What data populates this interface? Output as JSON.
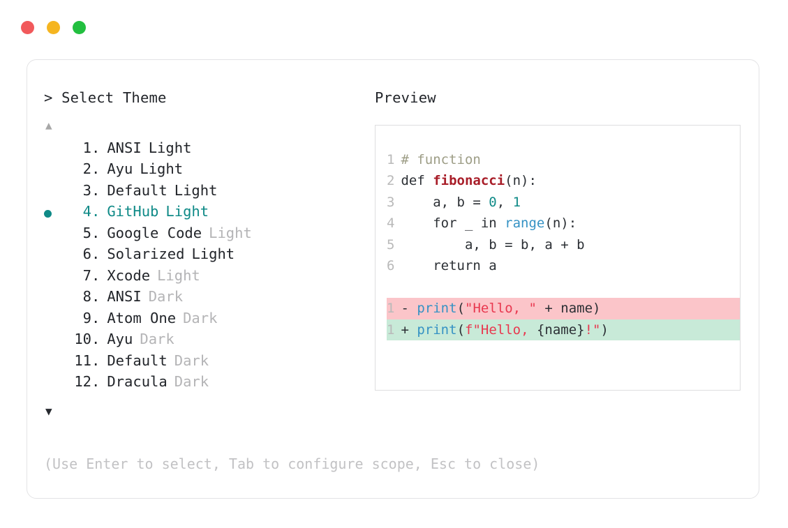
{
  "window": {
    "traffic_lights": [
      {
        "name": "close",
        "color": "#f1595b"
      },
      {
        "name": "minimize",
        "color": "#f5b520"
      },
      {
        "name": "maximize",
        "color": "#22bf3f"
      }
    ]
  },
  "selector": {
    "prompt_symbol": ">",
    "title": "Select Theme",
    "title_line": "> Select Theme",
    "scroll_up_icon": "▲",
    "scroll_down_icon": "▼",
    "selected_index": 4,
    "accent_color": "#0f8a87",
    "bullet_icon": "●",
    "index_separator": ".",
    "items": [
      {
        "index": "1",
        "name": "ANSI",
        "variant": "Light",
        "variant_muted": false,
        "selected": false
      },
      {
        "index": "2",
        "name": "Ayu",
        "variant": "Light",
        "variant_muted": false,
        "selected": false
      },
      {
        "index": "3",
        "name": "Default",
        "variant": "Light",
        "variant_muted": false,
        "selected": false
      },
      {
        "index": "4",
        "name": "GitHub",
        "variant": "Light",
        "variant_muted": false,
        "selected": true
      },
      {
        "index": "5",
        "name": "Google Code",
        "variant": "Light",
        "variant_muted": true,
        "selected": false
      },
      {
        "index": "6",
        "name": "Solarized",
        "variant": "Light",
        "variant_muted": false,
        "selected": false
      },
      {
        "index": "7",
        "name": "Xcode",
        "variant": "Light",
        "variant_muted": true,
        "selected": false
      },
      {
        "index": "8",
        "name": "ANSI",
        "variant": "Dark",
        "variant_muted": true,
        "selected": false
      },
      {
        "index": "9",
        "name": "Atom One",
        "variant": "Dark",
        "variant_muted": true,
        "selected": false
      },
      {
        "index": "10",
        "name": "Ayu",
        "variant": "Dark",
        "variant_muted": true,
        "selected": false
      },
      {
        "index": "11",
        "name": "Default",
        "variant": "Dark",
        "variant_muted": true,
        "selected": false
      },
      {
        "index": "12",
        "name": "Dracula",
        "variant": "Dark",
        "variant_muted": true,
        "selected": false
      }
    ]
  },
  "preview": {
    "title": "Preview",
    "code_lines": [
      {
        "number": "1",
        "tokens": [
          {
            "t": "# function",
            "c": "comment"
          }
        ]
      },
      {
        "number": "2",
        "tokens": [
          {
            "t": "def ",
            "c": "plain"
          },
          {
            "t": "fibonacci",
            "c": "fn"
          },
          {
            "t": "(n):",
            "c": "punct"
          }
        ]
      },
      {
        "number": "3",
        "tokens": [
          {
            "t": "    a, b = ",
            "c": "plain"
          },
          {
            "t": "0",
            "c": "num"
          },
          {
            "t": ", ",
            "c": "plain"
          },
          {
            "t": "1",
            "c": "num"
          }
        ]
      },
      {
        "number": "4",
        "tokens": [
          {
            "t": "    for _ in ",
            "c": "plain"
          },
          {
            "t": "range",
            "c": "builtin"
          },
          {
            "t": "(n):",
            "c": "punct"
          }
        ]
      },
      {
        "number": "5",
        "tokens": [
          {
            "t": "        a, b = b, a + b",
            "c": "plain"
          }
        ]
      },
      {
        "number": "6",
        "tokens": [
          {
            "t": "    return a",
            "c": "plain"
          }
        ]
      }
    ],
    "diff_lines": [
      {
        "number": "1",
        "sign": "-",
        "kind": "del",
        "background": "#fbc5c9",
        "tokens": [
          {
            "t": " ",
            "c": "plain"
          },
          {
            "t": "print",
            "c": "builtin"
          },
          {
            "t": "(",
            "c": "punct"
          },
          {
            "t": "\"Hello, \"",
            "c": "str"
          },
          {
            "t": " + name)",
            "c": "plain"
          }
        ]
      },
      {
        "number": "1",
        "sign": "+",
        "kind": "add",
        "background": "#c8ead8",
        "tokens": [
          {
            "t": " ",
            "c": "plain"
          },
          {
            "t": "print",
            "c": "builtin"
          },
          {
            "t": "(",
            "c": "punct"
          },
          {
            "t": "f\"Hello, ",
            "c": "str"
          },
          {
            "t": "{name}",
            "c": "plain"
          },
          {
            "t": "!\"",
            "c": "str"
          },
          {
            "t": ")",
            "c": "punct"
          }
        ]
      }
    ]
  },
  "footer": {
    "hint": "(Use Enter to select, Tab to configure scope, Esc to close)"
  }
}
